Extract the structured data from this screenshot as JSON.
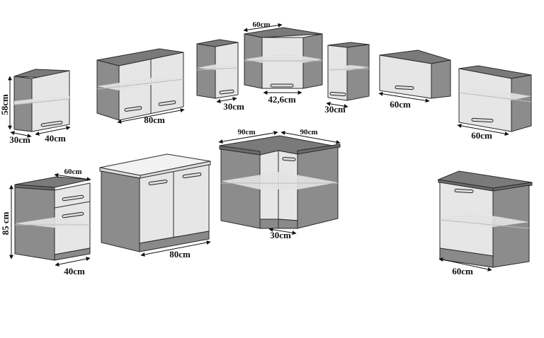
{
  "colors": {
    "side": "#8c8c8c",
    "top": "#7a7a7a",
    "front": "#e6e6e6",
    "plinth": "#8a8a8a",
    "worktop_light": "#f2f2f2",
    "edge": "#2a2a2a",
    "shelf": "#cfcfcf",
    "background": "#ffffff"
  },
  "wall_units": [
    {
      "id": "wall-40",
      "labels": {
        "height": "58cm",
        "depth": "30cm",
        "width": "40cm"
      }
    },
    {
      "id": "wall-80",
      "labels": {
        "width": "80cm"
      }
    },
    {
      "id": "wall-30a",
      "labels": {
        "width": "30cm"
      }
    },
    {
      "id": "wall-corner",
      "labels": {
        "side": "60cm",
        "width": "42,6cm"
      }
    },
    {
      "id": "wall-30b",
      "labels": {
        "width": "30cm"
      }
    },
    {
      "id": "wall-60-flap",
      "labels": {
        "width": "60cm"
      }
    },
    {
      "id": "wall-60",
      "labels": {
        "width": "60cm"
      }
    }
  ],
  "base_units": [
    {
      "id": "base-40-drawer",
      "labels": {
        "depth": "60cm",
        "height": "85 cm",
        "width": "40cm"
      }
    },
    {
      "id": "base-80",
      "labels": {
        "width": "80cm"
      }
    },
    {
      "id": "base-corner",
      "labels": {
        "left": "90cm",
        "right": "90cm",
        "door": "30cm"
      }
    },
    {
      "id": "base-60",
      "labels": {
        "width": "60cm"
      }
    }
  ]
}
